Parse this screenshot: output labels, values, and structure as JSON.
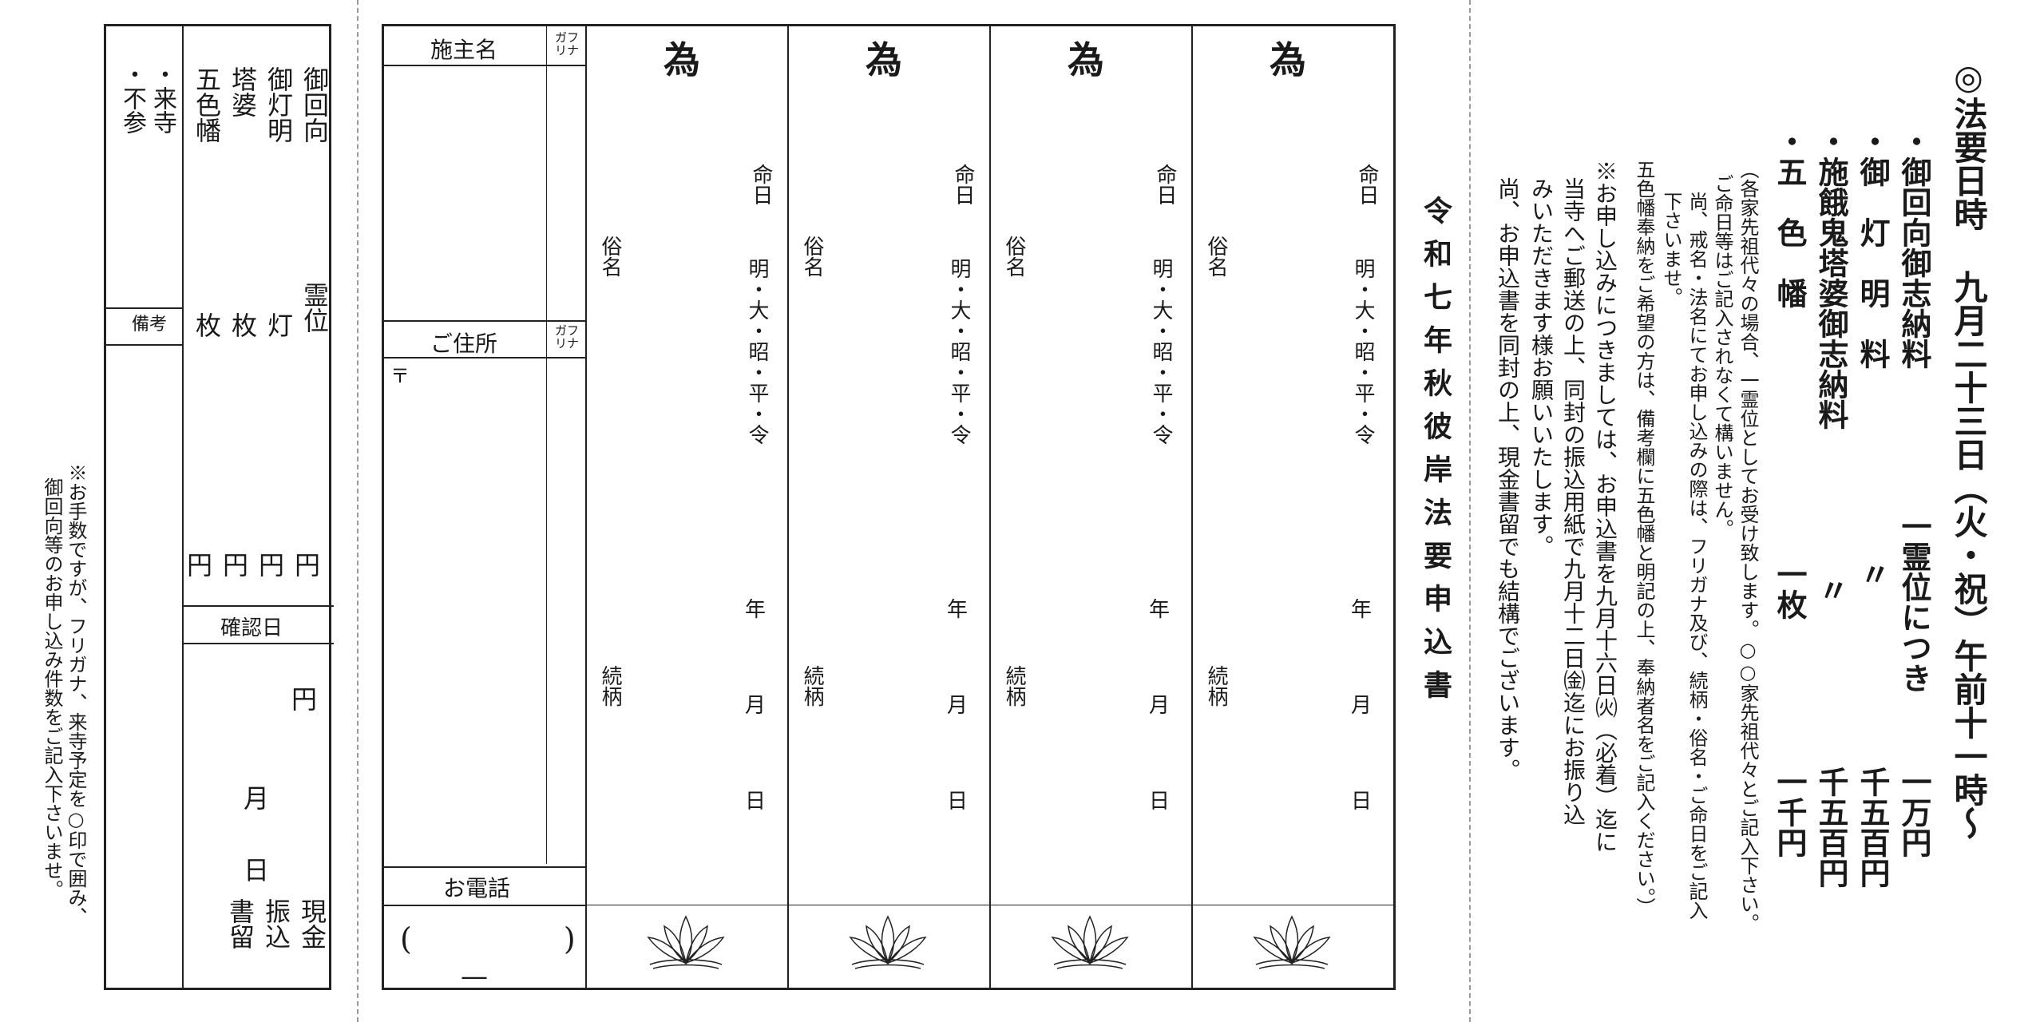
{
  "left_note": {
    "line1": "※お手数ですが、フリガナ、来寺予定を○印で囲み、",
    "line2": "御回向等のお申し込み件数をご記入下さいませ。"
  },
  "summary": {
    "attendance": [
      "・来寺",
      "・不参"
    ],
    "biko_label": "備考",
    "items": [
      {
        "name": "御回向",
        "unit": "霊位",
        "yen": "円"
      },
      {
        "name": "御灯明",
        "unit": "灯",
        "yen": "円"
      },
      {
        "name": "塔婆",
        "unit": "枚",
        "yen": "円"
      },
      {
        "name": "五色幡",
        "unit": "枚",
        "yen": "円"
      }
    ],
    "confirm_label": "確認日",
    "confirm_yen": "円",
    "confirm_month": "月",
    "confirm_day": "日",
    "payment": [
      "現金",
      "振込",
      "書留"
    ]
  },
  "form": {
    "seshu_label": "施主名",
    "jusho_label": "ご住所",
    "furigana_label": "ガフリナ",
    "postal_mark": "〒",
    "denwa_label": "お電話",
    "phone_paren": "(　　　　　)",
    "phone_dash": "—",
    "memorial_columns": [
      {
        "tame": "為",
        "meinichi": "命日",
        "eras": "明・大・昭・平・令",
        "nen": "年",
        "tsuki": "月",
        "hi": "日",
        "zokumyo": "俗名",
        "zokugara": "続柄"
      },
      {
        "tame": "為",
        "meinichi": "命日",
        "eras": "明・大・昭・平・令",
        "nen": "年",
        "tsuki": "月",
        "hi": "日",
        "zokumyo": "俗名",
        "zokugara": "続柄"
      },
      {
        "tame": "為",
        "meinichi": "命日",
        "eras": "明・大・昭・平・令",
        "nen": "年",
        "tsuki": "月",
        "hi": "日",
        "zokumyo": "俗名",
        "zokugara": "続柄"
      },
      {
        "tame": "為",
        "meinichi": "命日",
        "eras": "明・大・昭・平・令",
        "nen": "年",
        "tsuki": "月",
        "hi": "日",
        "zokumyo": "俗名",
        "zokugara": "続柄"
      }
    ]
  },
  "title": "令和七年秋彼岸法要申込書",
  "info": {
    "date_line": "◎法要日時 九月二十三日（火・祝）午前十一時～",
    "fees": [
      {
        "name": "・御回向御志納料",
        "qty": "一霊位につき",
        "price": "一万円"
      },
      {
        "name": "・御　灯　明　料",
        "qty": "〃",
        "price": "千五百円"
      },
      {
        "name": "・施餓鬼塔婆御志納料",
        "qty": "〃",
        "price": "千五百円"
      },
      {
        "name": "・五　色　幡",
        "qty": "一枚",
        "price": "一千円"
      }
    ],
    "notes": [
      "（各家先祖代々の場合、一霊位としてお受け致します。○○家先祖代々とご記入下さい。",
      "ご命日等はご記入されなくて構いません。",
      "尚、戒名・法名にてお申し込みの際は、フリガナ及び、続柄・俗名・ご命日をご記入",
      "下さいませ。",
      "五色幡奉納をご希望の方は、備考欄に五色幡と明記の上、奉納者名をご記入ください。）"
    ],
    "apply": [
      "※お申し込みにつきましては、お申込書を九月十六日㈫（必着）迄に",
      "当寺へご郵送の上、同封の振込用紙で九月十二日㈮迄にお振り込",
      "みいただきます様お願いいたします。",
      "尚、お申込書を同封の上、現金書留でも結構でございます。"
    ]
  }
}
